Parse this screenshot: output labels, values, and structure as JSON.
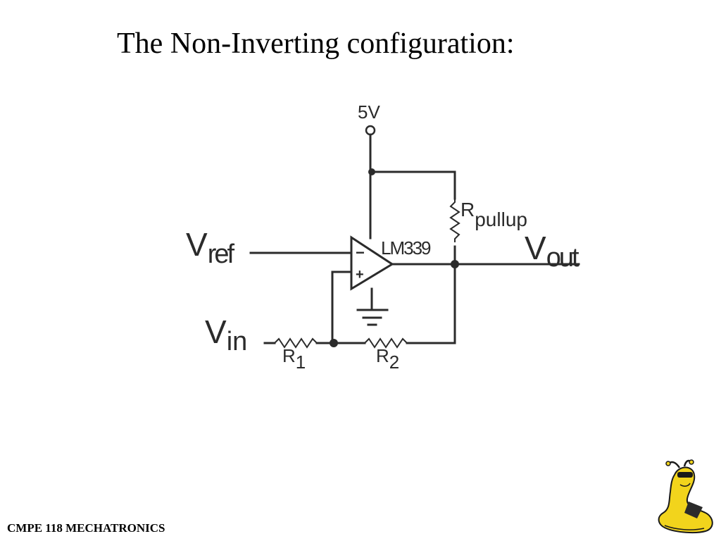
{
  "title": "The Non-Inverting configuration:",
  "footer": "CMPE 118 MECHATRONICS",
  "colors": {
    "wire": "#2b2b2b",
    "text": "#000000",
    "logo": "#f2d41c"
  },
  "circuit": {
    "supply": "5V",
    "opamp": {
      "part": "LM339",
      "minus": "−",
      "plus": "+"
    },
    "vref": {
      "main": "V",
      "sub": "ref"
    },
    "vin": {
      "main": "V",
      "sub": "in"
    },
    "vout": {
      "main": "V",
      "sub": "out"
    },
    "rpullup": {
      "main": "R",
      "sub": "pullup"
    },
    "r1": {
      "main": "R",
      "sub": "1"
    },
    "r2": {
      "main": "R",
      "sub": "2"
    }
  },
  "logo": "slug-mascot-icon"
}
